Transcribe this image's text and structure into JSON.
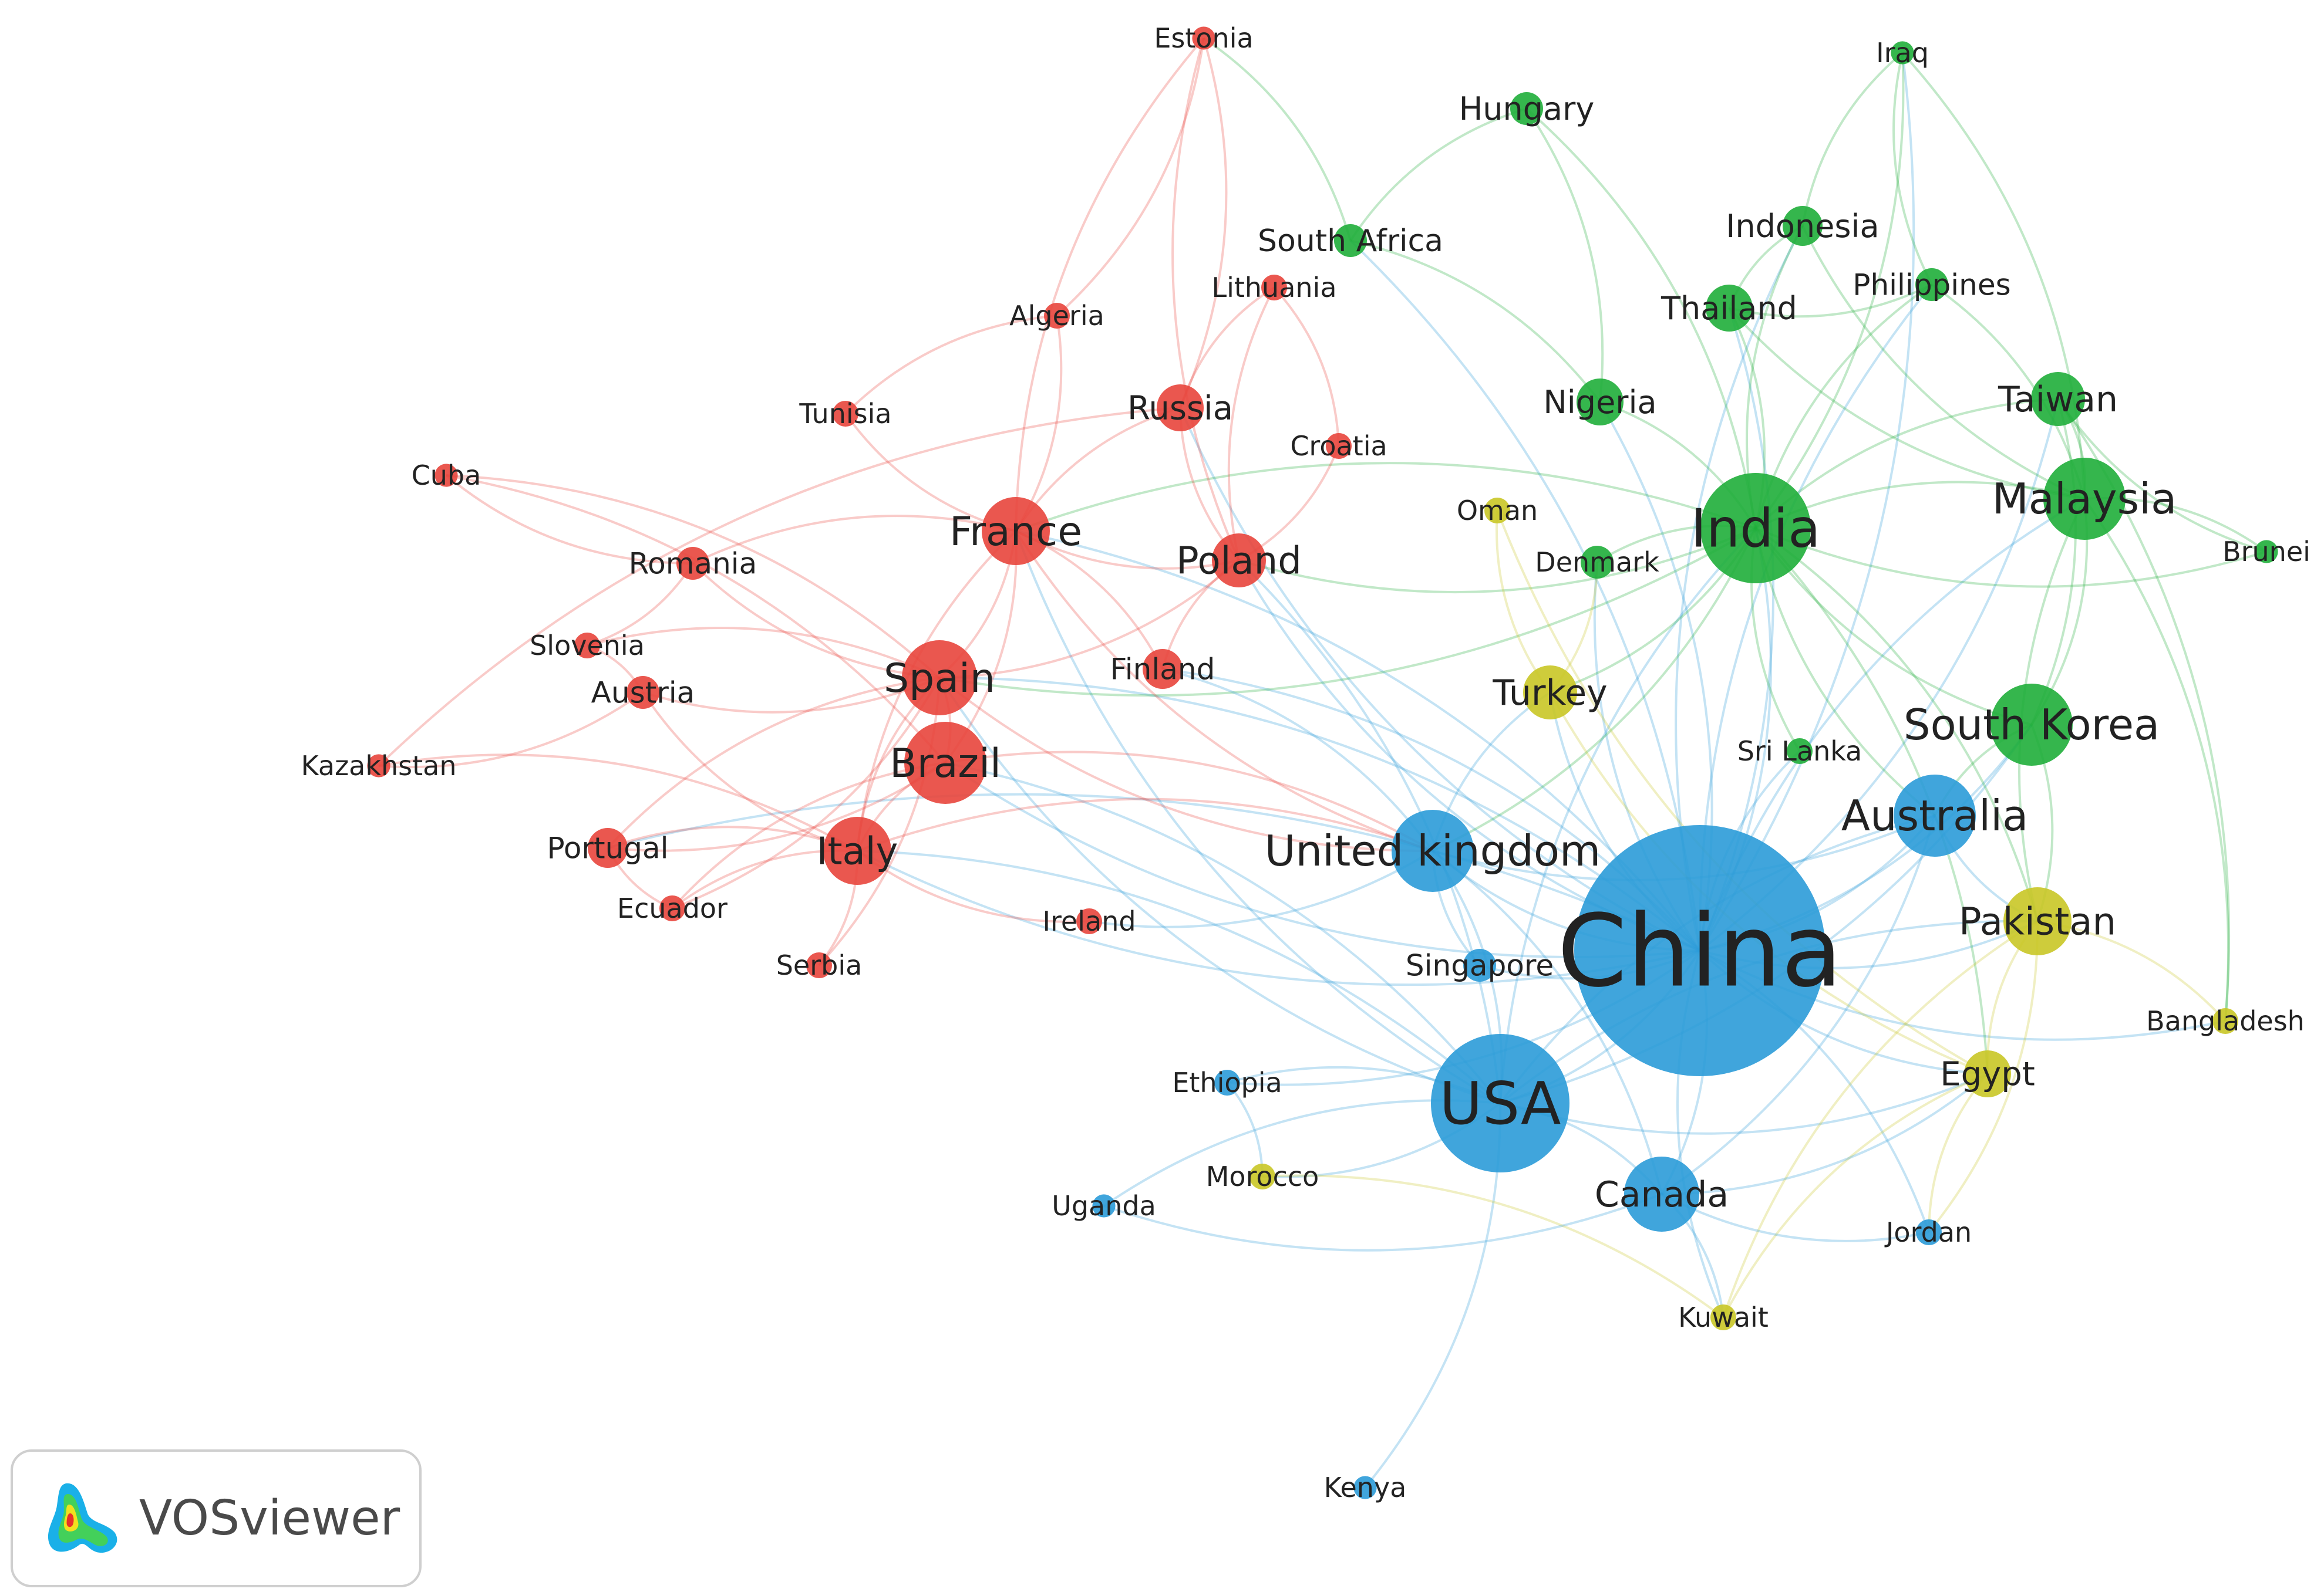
{
  "colors": {
    "red": "#e8453c",
    "green": "#1fae3a",
    "blue": "#2b9bd8",
    "yellow": "#c9c626"
  },
  "nodes": [
    {
      "id": "estonia",
      "label": "Estonia",
      "cluster": "red",
      "size": 0.8
    },
    {
      "id": "iraq",
      "label": "Iraq",
      "cluster": "green",
      "size": 0.8
    },
    {
      "id": "hungary",
      "label": "Hungary",
      "cluster": "green",
      "size": 1.5
    },
    {
      "id": "south_africa",
      "label": "South Africa",
      "cluster": "green",
      "size": 1.5
    },
    {
      "id": "indonesia",
      "label": "Indonesia",
      "cluster": "green",
      "size": 2
    },
    {
      "id": "lithuania",
      "label": "Lithuania",
      "cluster": "red",
      "size": 1
    },
    {
      "id": "philippines",
      "label": "Philippines",
      "cluster": "green",
      "size": 1.5
    },
    {
      "id": "algeria",
      "label": "Algeria",
      "cluster": "red",
      "size": 1
    },
    {
      "id": "thailand",
      "label": "Thailand",
      "cluster": "green",
      "size": 2.5
    },
    {
      "id": "tunisia",
      "label": "Tunisia",
      "cluster": "red",
      "size": 1
    },
    {
      "id": "russia",
      "label": "Russia",
      "cluster": "red",
      "size": 2.5
    },
    {
      "id": "nigeria",
      "label": "Nigeria",
      "cluster": "green",
      "size": 2.5
    },
    {
      "id": "taiwan",
      "label": "Taiwan",
      "cluster": "green",
      "size": 3
    },
    {
      "id": "croatia",
      "label": "Croatia",
      "cluster": "red",
      "size": 1
    },
    {
      "id": "cuba",
      "label": "Cuba",
      "cluster": "red",
      "size": 0.8
    },
    {
      "id": "oman",
      "label": "Oman",
      "cluster": "yellow",
      "size": 1
    },
    {
      "id": "malaysia",
      "label": "Malaysia",
      "cluster": "green",
      "size": 5
    },
    {
      "id": "france",
      "label": "France",
      "cluster": "red",
      "size": 4
    },
    {
      "id": "india",
      "label": "India",
      "cluster": "green",
      "size": 7
    },
    {
      "id": "poland",
      "label": "Poland",
      "cluster": "red",
      "size": 3
    },
    {
      "id": "romania",
      "label": "Romania",
      "cluster": "red",
      "size": 1.5
    },
    {
      "id": "denmark",
      "label": "Denmark",
      "cluster": "green",
      "size": 1.5
    },
    {
      "id": "brunei",
      "label": "Brunei",
      "cluster": "green",
      "size": 0.8
    },
    {
      "id": "slovenia",
      "label": "Slovenia",
      "cluster": "red",
      "size": 1
    },
    {
      "id": "finland",
      "label": "Finland",
      "cluster": "red",
      "size": 2
    },
    {
      "id": "spain",
      "label": "Spain",
      "cluster": "red",
      "size": 4.5
    },
    {
      "id": "austria",
      "label": "Austria",
      "cluster": "red",
      "size": 1.5
    },
    {
      "id": "turkey",
      "label": "Turkey",
      "cluster": "yellow",
      "size": 3
    },
    {
      "id": "south_korea",
      "label": "South Korea",
      "cluster": "green",
      "size": 5
    },
    {
      "id": "kazakhstan",
      "label": "Kazakhstan",
      "cluster": "red",
      "size": 0.8
    },
    {
      "id": "sri_lanka",
      "label": "Sri Lanka",
      "cluster": "green",
      "size": 1
    },
    {
      "id": "brazil",
      "label": "Brazil",
      "cluster": "red",
      "size": 5
    },
    {
      "id": "australia",
      "label": "Australia",
      "cluster": "blue",
      "size": 5
    },
    {
      "id": "united_kingdom",
      "label": "United kingdom",
      "cluster": "blue",
      "size": 5
    },
    {
      "id": "portugal",
      "label": "Portugal",
      "cluster": "red",
      "size": 2
    },
    {
      "id": "italy",
      "label": "Italy",
      "cluster": "red",
      "size": 4
    },
    {
      "id": "ecuador",
      "label": "Ecuador",
      "cluster": "red",
      "size": 1
    },
    {
      "id": "ireland",
      "label": "Ireland",
      "cluster": "red",
      "size": 1
    },
    {
      "id": "pakistan",
      "label": "Pakistan",
      "cluster": "yellow",
      "size": 4
    },
    {
      "id": "china",
      "label": "China",
      "cluster": "blue",
      "size": 17
    },
    {
      "id": "singapore",
      "label": "Singapore",
      "cluster": "blue",
      "size": 1.5
    },
    {
      "id": "serbia",
      "label": "Serbia",
      "cluster": "red",
      "size": 1
    },
    {
      "id": "bangladesh",
      "label": "Bangladesh",
      "cluster": "yellow",
      "size": 1
    },
    {
      "id": "ethiopia",
      "label": "Ethiopia",
      "cluster": "blue",
      "size": 1
    },
    {
      "id": "egypt",
      "label": "Egypt",
      "cluster": "yellow",
      "size": 2.5
    },
    {
      "id": "usa",
      "label": "USA",
      "cluster": "blue",
      "size": 9
    },
    {
      "id": "morocco",
      "label": "Morocco",
      "cluster": "yellow",
      "size": 1
    },
    {
      "id": "canada",
      "label": "Canada",
      "cluster": "blue",
      "size": 4.5
    },
    {
      "id": "uganda",
      "label": "Uganda",
      "cluster": "blue",
      "size": 0.8
    },
    {
      "id": "jordan",
      "label": "Jordan",
      "cluster": "blue",
      "size": 1
    },
    {
      "id": "kuwait",
      "label": "Kuwait",
      "cluster": "yellow",
      "size": 1
    },
    {
      "id": "kenya",
      "label": "Kenya",
      "cluster": "blue",
      "size": 0.8
    }
  ],
  "links": [
    [
      "china",
      "usa"
    ],
    [
      "china",
      "india"
    ],
    [
      "china",
      "united_kingdom"
    ],
    [
      "china",
      "australia"
    ],
    [
      "china",
      "canada"
    ],
    [
      "china",
      "south_korea"
    ],
    [
      "china",
      "malaysia"
    ],
    [
      "china",
      "pakistan"
    ],
    [
      "china",
      "brazil"
    ],
    [
      "china",
      "spain"
    ],
    [
      "china",
      "italy"
    ],
    [
      "china",
      "france"
    ],
    [
      "china",
      "poland"
    ],
    [
      "china",
      "taiwan"
    ],
    [
      "china",
      "turkey"
    ],
    [
      "china",
      "egypt"
    ],
    [
      "china",
      "singapore"
    ],
    [
      "china",
      "thailand"
    ],
    [
      "china",
      "indonesia"
    ],
    [
      "china",
      "nigeria"
    ],
    [
      "china",
      "russia"
    ],
    [
      "china",
      "bangladesh"
    ],
    [
      "china",
      "jordan"
    ],
    [
      "china",
      "kuwait"
    ],
    [
      "china",
      "ethiopia"
    ],
    [
      "china",
      "finland"
    ],
    [
      "china",
      "denmark"
    ],
    [
      "china",
      "south_africa"
    ],
    [
      "china",
      "philippines"
    ],
    [
      "china",
      "iraq"
    ],
    [
      "china",
      "sri_lanka"
    ],
    [
      "china",
      "portugal"
    ],
    [
      "usa",
      "india"
    ],
    [
      "usa",
      "united_kingdom"
    ],
    [
      "usa",
      "canada"
    ],
    [
      "usa",
      "brazil"
    ],
    [
      "usa",
      "spain"
    ],
    [
      "usa",
      "italy"
    ],
    [
      "usa",
      "australia"
    ],
    [
      "usa",
      "south_korea"
    ],
    [
      "usa",
      "france"
    ],
    [
      "usa",
      "uganda"
    ],
    [
      "usa",
      "kenya"
    ],
    [
      "usa",
      "ethiopia"
    ],
    [
      "usa",
      "pakistan"
    ],
    [
      "usa",
      "poland"
    ],
    [
      "usa",
      "morocco"
    ],
    [
      "usa",
      "egypt"
    ],
    [
      "india",
      "malaysia"
    ],
    [
      "india",
      "south_korea"
    ],
    [
      "india",
      "united_kingdom"
    ],
    [
      "india",
      "australia"
    ],
    [
      "india",
      "taiwan"
    ],
    [
      "india",
      "thailand"
    ],
    [
      "india",
      "indonesia"
    ],
    [
      "india",
      "nigeria"
    ],
    [
      "india",
      "pakistan"
    ],
    [
      "india",
      "hungary"
    ],
    [
      "india",
      "philippines"
    ],
    [
      "india",
      "iraq"
    ],
    [
      "india",
      "egypt"
    ],
    [
      "india",
      "brunei"
    ],
    [
      "india",
      "spain"
    ],
    [
      "india",
      "france"
    ],
    [
      "india",
      "poland"
    ],
    [
      "india",
      "denmark"
    ],
    [
      "india",
      "turkey"
    ],
    [
      "india",
      "sri_lanka"
    ],
    [
      "malaysia",
      "south_korea"
    ],
    [
      "malaysia",
      "taiwan"
    ],
    [
      "malaysia",
      "indonesia"
    ],
    [
      "malaysia",
      "pakistan"
    ],
    [
      "malaysia",
      "brunei"
    ],
    [
      "malaysia",
      "iraq"
    ],
    [
      "malaysia",
      "thailand"
    ],
    [
      "malaysia",
      "philippines"
    ],
    [
      "malaysia",
      "bangladesh"
    ],
    [
      "south_korea",
      "australia"
    ],
    [
      "south_korea",
      "pakistan"
    ],
    [
      "south_korea",
      "taiwan"
    ],
    [
      "australia",
      "united_kingdom"
    ],
    [
      "australia",
      "pakistan"
    ],
    [
      "australia",
      "canada"
    ],
    [
      "pakistan",
      "egypt"
    ],
    [
      "pakistan",
      "bangladesh"
    ],
    [
      "pakistan",
      "kuwait"
    ],
    [
      "pakistan",
      "jordan"
    ],
    [
      "egypt",
      "kuwait"
    ],
    [
      "egypt",
      "turkey"
    ],
    [
      "egypt",
      "jordan"
    ],
    [
      "france",
      "spain"
    ],
    [
      "france",
      "italy"
    ],
    [
      "france",
      "brazil"
    ],
    [
      "france",
      "poland"
    ],
    [
      "france",
      "russia"
    ],
    [
      "france",
      "romania"
    ],
    [
      "france",
      "estonia"
    ],
    [
      "france",
      "algeria"
    ],
    [
      "france",
      "tunisia"
    ],
    [
      "france",
      "united_kingdom"
    ],
    [
      "france",
      "finland"
    ],
    [
      "spain",
      "italy"
    ],
    [
      "spain",
      "brazil"
    ],
    [
      "spain",
      "portugal"
    ],
    [
      "spain",
      "austria"
    ],
    [
      "spain",
      "slovenia"
    ],
    [
      "spain",
      "romania"
    ],
    [
      "spain",
      "poland"
    ],
    [
      "spain",
      "ecuador"
    ],
    [
      "spain",
      "united_kingdom"
    ],
    [
      "spain",
      "serbia"
    ],
    [
      "spain",
      "cuba"
    ],
    [
      "italy",
      "brazil"
    ],
    [
      "italy",
      "portugal"
    ],
    [
      "italy",
      "serbia"
    ],
    [
      "italy",
      "ecuador"
    ],
    [
      "italy",
      "united_kingdom"
    ],
    [
      "italy",
      "ireland"
    ],
    [
      "italy",
      "austria"
    ],
    [
      "italy",
      "kazakhstan"
    ],
    [
      "brazil",
      "portugal"
    ],
    [
      "brazil",
      "ecuador"
    ],
    [
      "brazil",
      "united_kingdom"
    ],
    [
      "brazil",
      "cuba"
    ],
    [
      "poland",
      "russia"
    ],
    [
      "poland",
      "finland"
    ],
    [
      "poland",
      "lithuania"
    ],
    [
      "poland",
      "croatia"
    ],
    [
      "poland",
      "estonia"
    ],
    [
      "russia",
      "estonia"
    ],
    [
      "russia",
      "lithuania"
    ],
    [
      "russia",
      "kazakhstan"
    ],
    [
      "united_kingdom",
      "ireland"
    ],
    [
      "united_kingdom",
      "singapore"
    ],
    [
      "united_kingdom",
      "canada"
    ],
    [
      "united_kingdom",
      "finland"
    ],
    [
      "united_kingdom",
      "turkey"
    ],
    [
      "canada",
      "jordan"
    ],
    [
      "canada",
      "kuwait"
    ],
    [
      "canada",
      "egypt"
    ],
    [
      "turkey",
      "oman"
    ],
    [
      "turkey",
      "denmark"
    ],
    [
      "hungary",
      "nigeria"
    ],
    [
      "hungary",
      "south_africa"
    ],
    [
      "south_africa",
      "nigeria"
    ],
    [
      "south_africa",
      "estonia"
    ],
    [
      "thailand",
      "indonesia"
    ],
    [
      "thailand",
      "philippines"
    ],
    [
      "indonesia",
      "iraq"
    ],
    [
      "taiwan",
      "brunei"
    ],
    [
      "taiwan",
      "bangladesh"
    ],
    [
      "iraq",
      "philippines"
    ],
    [
      "romania",
      "slovenia"
    ],
    [
      "austria",
      "slovenia"
    ],
    [
      "austria",
      "kazakhstan"
    ],
    [
      "portugal",
      "ecuador"
    ],
    [
      "tunisia",
      "algeria"
    ],
    [
      "cuba",
      "romania"
    ],
    [
      "morocco",
      "kuwait"
    ],
    [
      "uganda",
      "canada"
    ],
    [
      "ethiopia",
      "morocco"
    ],
    [
      "oman",
      "egypt"
    ],
    [
      "lithuania",
      "croatia"
    ],
    [
      "algeria",
      "estonia"
    ]
  ]
}
